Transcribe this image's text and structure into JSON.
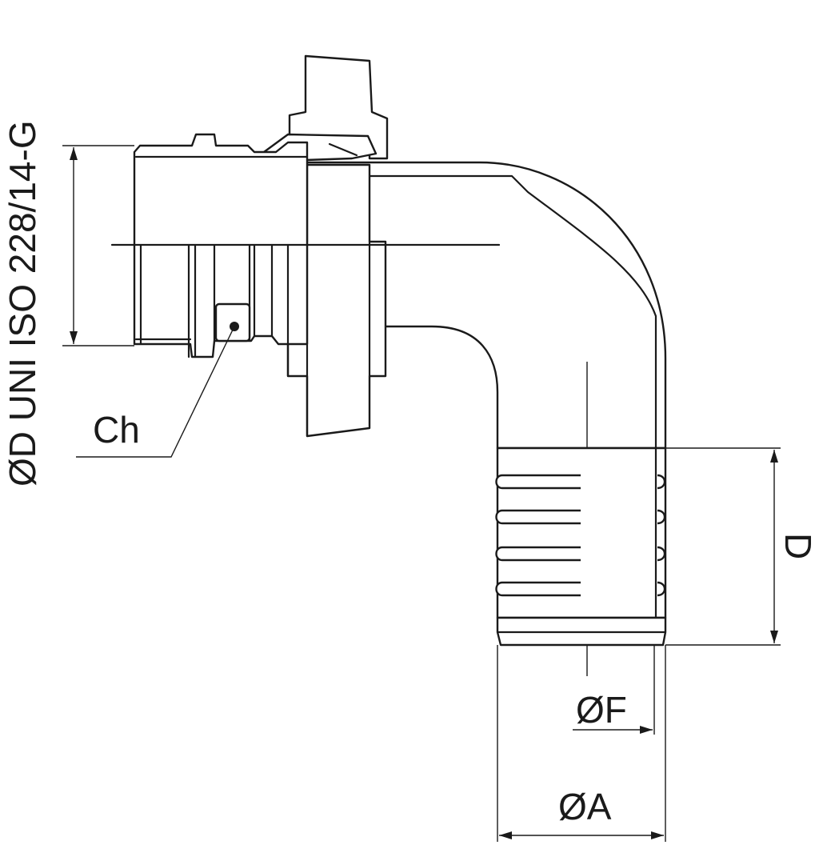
{
  "labels": {
    "vertical_dimension": "ØD UNI ISO 228/14-G",
    "callout": "Ch",
    "hose_length": "D",
    "inner_diameter": "ØF",
    "outer_diameter": "ØA"
  },
  "colors": {
    "line": "#1a1a1a",
    "background": "#ffffff"
  }
}
